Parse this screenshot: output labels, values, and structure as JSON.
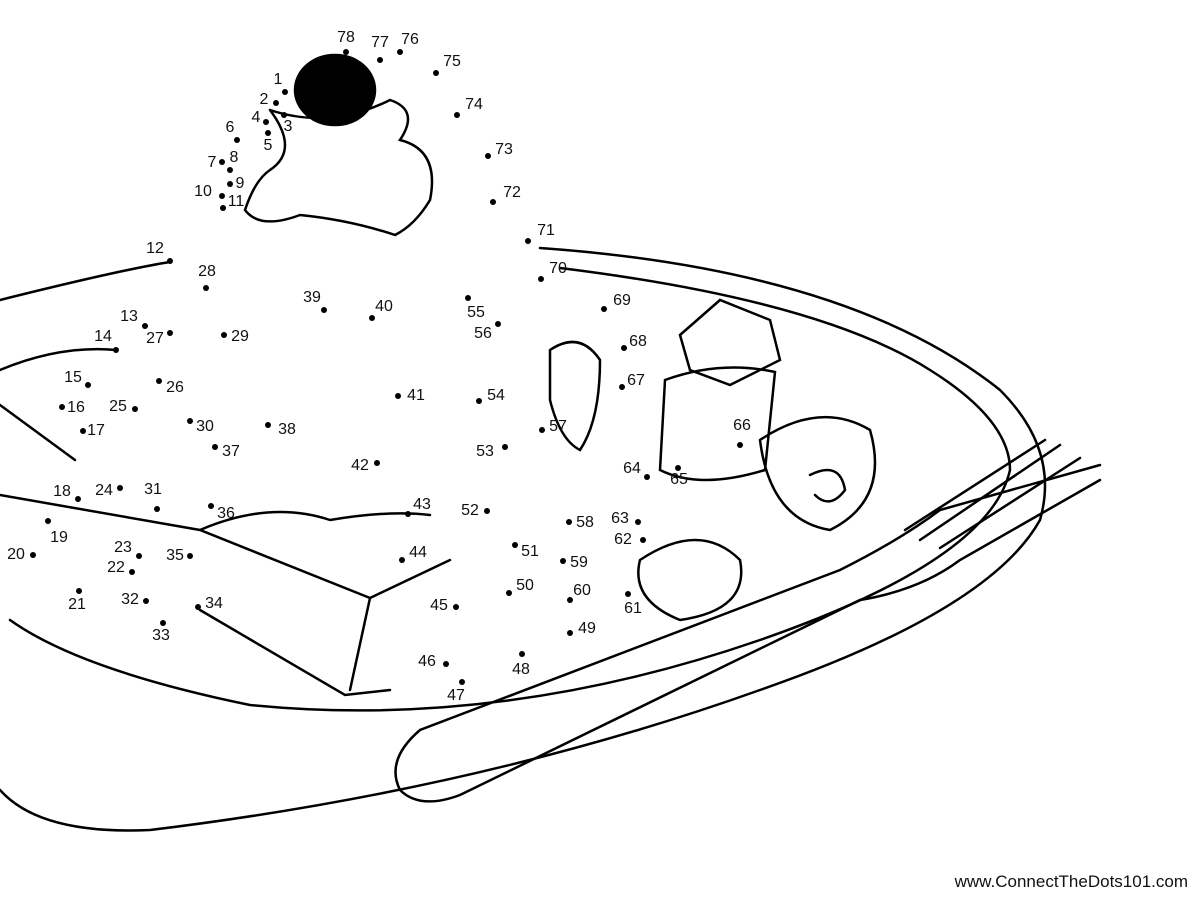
{
  "dot_labels": [
    "1",
    "2",
    "3",
    "4",
    "5",
    "6",
    "7",
    "8",
    "9",
    "10",
    "11",
    "12",
    "13",
    "14",
    "15",
    "16",
    "17",
    "18",
    "19",
    "20",
    "21",
    "22",
    "23",
    "24",
    "25",
    "26",
    "27",
    "28",
    "29",
    "30",
    "31",
    "32",
    "33",
    "34",
    "35",
    "36",
    "37",
    "38",
    "39",
    "40",
    "41",
    "42",
    "43",
    "44",
    "45",
    "46",
    "47",
    "48",
    "49",
    "50",
    "51",
    "52",
    "53",
    "54",
    "55",
    "56",
    "57",
    "58",
    "59",
    "60",
    "61",
    "62",
    "63",
    "64",
    "65",
    "66",
    "67",
    "68",
    "69",
    "70",
    "71",
    "72",
    "73",
    "74",
    "75",
    "76",
    "77",
    "78"
  ],
  "footer": {
    "url": "www.ConnectTheDots101.com"
  },
  "colors": {
    "ink": "#000000",
    "paper": "#ffffff"
  }
}
